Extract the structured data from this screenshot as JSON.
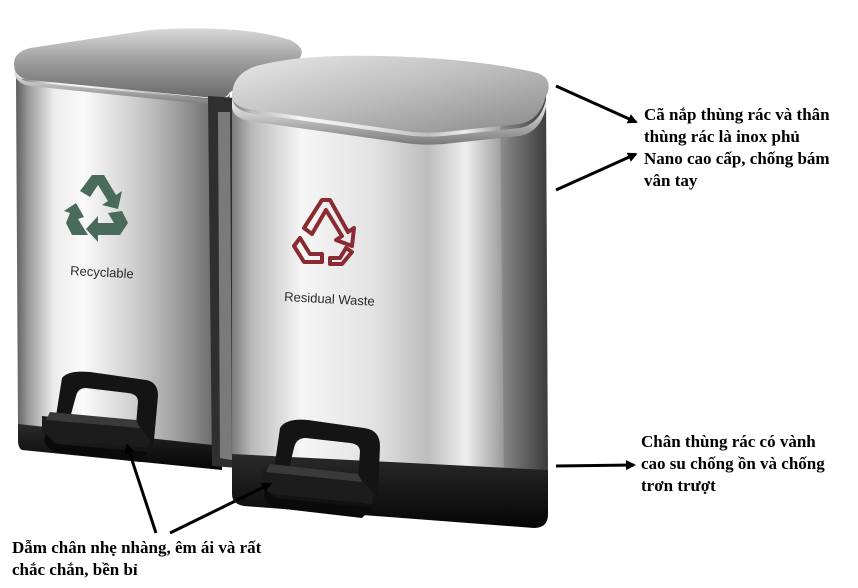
{
  "bins": {
    "left_label": "Recyclable",
    "right_label": "Residual Waste"
  },
  "annotations": {
    "lid": {
      "lines": [
        "Cã nắp thùng rác và thân",
        "thùng rác là inox phủ",
        "Nano cao cấp, chống bám",
        "vân tay"
      ]
    },
    "base": {
      "lines": [
        "Chân thùng rác có vành",
        "cao su chống ồn và chống",
        "trơn trượt"
      ]
    },
    "pedal": {
      "lines": [
        "Dẫm chân nhẹ nhàng, êm ái và rất",
        "chắc chắn, bền bỉ"
      ]
    }
  },
  "colors": {
    "recycle_icon": "#4a6a5c",
    "residual_icon": "#8a2a32",
    "rubber_base": "#111111",
    "steel_light": "#f2f2f2",
    "steel_dark": "#6e6e6e"
  }
}
